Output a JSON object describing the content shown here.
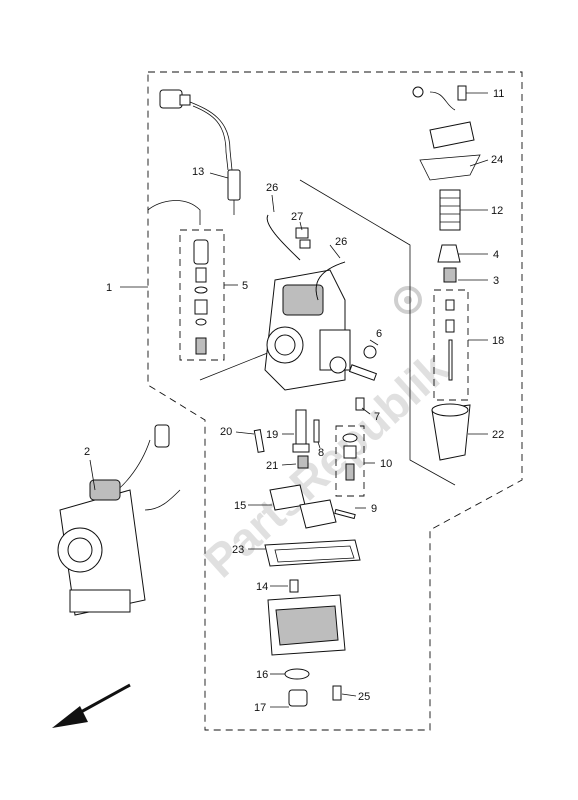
{
  "diagram": {
    "watermark": "PartsRepublik",
    "callouts": [
      "1",
      "2",
      "3",
      "4",
      "5",
      "6",
      "7",
      "8",
      "9",
      "10",
      "11",
      "12",
      "13",
      "14",
      "15",
      "16",
      "17",
      "18",
      "19",
      "20",
      "21",
      "22",
      "23",
      "24",
      "25",
      "26",
      "26",
      "27"
    ],
    "icons": {
      "direction": "arrow-icon",
      "watermark_logo": "gear-icon"
    }
  }
}
